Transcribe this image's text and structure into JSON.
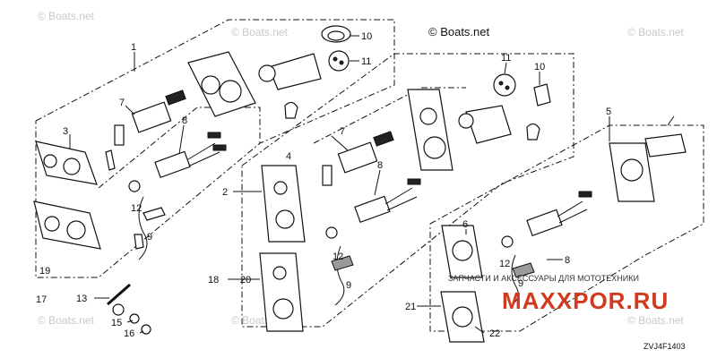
{
  "watermarks": {
    "main": "© Boats.net",
    "faint": "© Boats.net"
  },
  "stamp": {
    "line1": "ЗАПЧАСТИ И АКСЕССУАРЫ ДЛЯ МОТОТЕХНИКИ",
    "line2": "MAXXPOR.RU"
  },
  "diagram_code": "ZVJ4F1403",
  "callouts": {
    "c1": "1",
    "c2": "2",
    "c3": "3",
    "c4": "4",
    "c5": "5",
    "c6": "6",
    "c7a": "7",
    "c7b": "7",
    "c8a": "8",
    "c8b": "8",
    "c8c": "8",
    "c9a": "9",
    "c9b": "9",
    "c9c": "9",
    "c10a": "10",
    "c10b": "10",
    "c11a": "11",
    "c11b": "11",
    "c12a": "12",
    "c12b": "12",
    "c12c": "12",
    "c13": "13",
    "c15": "15",
    "c16": "16",
    "c17": "17",
    "c18": "18",
    "c19": "19",
    "c20": "20",
    "c21": "21",
    "c22": "22"
  },
  "colors": {
    "line": "#111111",
    "watermark": "#c8c8c8",
    "stamp_red": "#d23a1f"
  }
}
